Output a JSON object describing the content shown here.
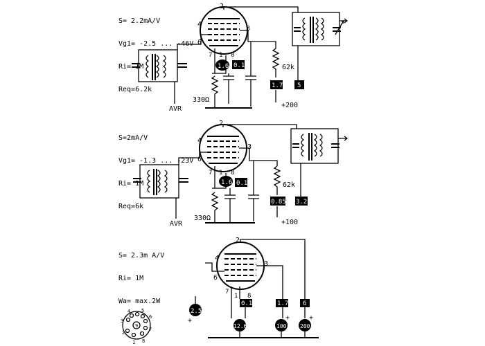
{
  "stages": [
    {
      "specs": [
        "S= 2.2mA/V",
        "Vg1= -2.5 ... -46V",
        "Ri= 1M",
        "Req=6.2k"
      ],
      "pins": [
        "2",
        "4",
        "3",
        "6",
        "7",
        "8",
        "1"
      ],
      "cathode_voltage": "1.6",
      "g3_voltage": "0.1",
      "anode_resistor": "62k",
      "cathode_resistor": "330Ω",
      "agc_label": "AVR",
      "v_anode": "1.7",
      "v_screen": "5",
      "supply": "+200"
    },
    {
      "specs": [
        "S=2mA/V",
        "Vg1= -1.3 ... -23V",
        "Ri= 1M",
        "Req=6k"
      ],
      "pins": [
        "2",
        "4",
        "3",
        "6",
        "7",
        "8",
        "1"
      ],
      "cathode_voltage": "1.6",
      "g3_voltage": "0.1",
      "anode_resistor": "62k",
      "cathode_resistor": "330Ω",
      "agc_label": "AVR",
      "v_anode": "0.85",
      "v_screen": "3.2",
      "supply": "+100"
    }
  ],
  "stage3": {
    "specs": [
      "S= 2.3m A/V",
      "Ri= 1M",
      "Wa= max.2W"
    ],
    "pins": [
      "2",
      "4",
      "3",
      "6",
      "7",
      "1",
      "8"
    ],
    "v_g3": "0.1",
    "v_anode": "1.7",
    "v_screen": "6",
    "neg_bias": "2.5",
    "v_cathode": "12.6",
    "v_100": "100",
    "v_200": "200",
    "plus": "+",
    "socket_pins": [
      "1",
      "2",
      "3",
      "4",
      "5",
      "6",
      "7",
      "8",
      "9"
    ]
  }
}
